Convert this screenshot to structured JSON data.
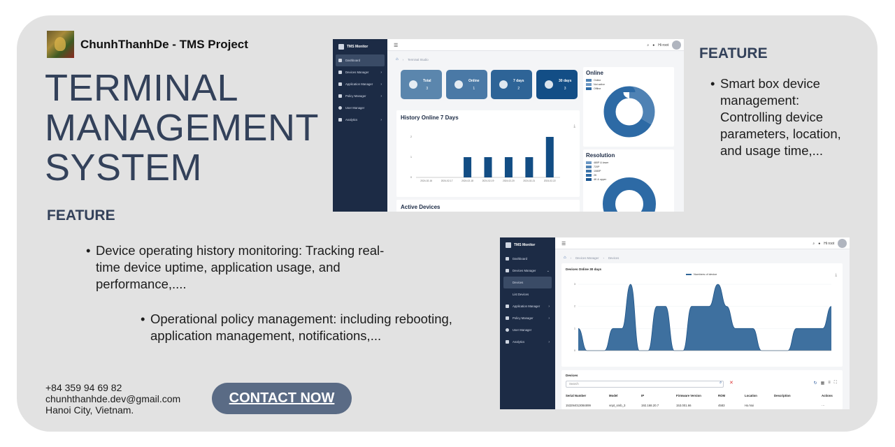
{
  "author": "ChunhThanhDe  - TMS Project",
  "title_lines": [
    "TERMINAL",
    "MANAGEMENT",
    "SYSTEM"
  ],
  "feature_heading": "FEATURE",
  "features_left": [
    "Device operating history monitoring: Tracking real-time device uptime, application usage, and performance,....",
    "Operational policy management: including rebooting, application management, notifications,..."
  ],
  "features_right": [
    "Smart box device management: Controlling device parameters, location, and usage time,..."
  ],
  "contact": {
    "phone": "+84 359 94 69 82",
    "email": "chunhthanhde.dev@gmail.com",
    "address": "Hanoi City, Vietnam.",
    "cta": "CONTACT NOW"
  },
  "dashboard": {
    "brand": "TMS Monitor",
    "nav": [
      "Dashboard",
      "Devices Manager",
      "Application Manager",
      "Policy Manager",
      "User Manager",
      "Analytics"
    ],
    "user": "Hi root",
    "breadcrumb": "Terminal Studio",
    "stats": [
      {
        "label": "Total",
        "value": "3",
        "color": "#5b86ad"
      },
      {
        "label": "Online",
        "value": "1",
        "color": "#4a79a6"
      },
      {
        "label": "7 days",
        "value": "2",
        "color": "#2e6497"
      },
      {
        "label": "30 days",
        "value": "3",
        "color": "#134e86"
      }
    ],
    "history_title": "History Online 7 Days",
    "history_chart": {
      "type": "bar",
      "categories": [
        "2024-02-16",
        "2024-02-17",
        "2024-02-18",
        "2024-02-19",
        "2024-02-20",
        "2024-02-21",
        "2024-02-22"
      ],
      "values": [
        0,
        0,
        1,
        1,
        1,
        1,
        2
      ],
      "y_ticks": [
        "0",
        "1",
        "2"
      ],
      "ylim": [
        0,
        2
      ],
      "color": "#124d84"
    },
    "active_devices": "Active Devices",
    "online_panel": {
      "title": "Online",
      "legend": [
        "Online",
        "Not active",
        "Offline"
      ],
      "colors": [
        "#4f82b4",
        "#6b97c4",
        "#2d6aa5"
      ],
      "values": [
        1,
        0,
        2
      ]
    },
    "resolution_panel": {
      "title": "Resolution",
      "legend": [
        "480P & lower",
        "720P",
        "1080P",
        "2K",
        "4K & upper"
      ],
      "colors": [
        "#6b97c4",
        "#4f82b4",
        "#3d74aa",
        "#2d6aa5",
        "#1a5590"
      ]
    }
  },
  "devices_page": {
    "brand": "TMS Monitor",
    "nav": [
      "Dashboard",
      "Devices Manager",
      "Devices",
      "List Devices",
      "Application Manager",
      "Policy Manager",
      "User Manager",
      "Analytics"
    ],
    "user": "Hi root",
    "breadcrumb": [
      "Devices Manager",
      "Devices"
    ],
    "chart_title": "Devices Online 30 days",
    "legend": "Numbers of device",
    "chart": {
      "type": "area",
      "values": [
        1,
        0,
        0,
        0,
        1,
        1,
        3,
        0,
        0,
        2,
        2,
        0,
        0,
        2,
        2,
        2,
        3,
        2,
        1,
        1,
        1,
        0,
        0,
        0,
        0,
        1,
        1,
        1,
        1,
        2
      ],
      "y_ticks": [
        "0",
        "1",
        "2",
        "3"
      ],
      "ylim": [
        0,
        3
      ],
      "color": "#2e6497"
    },
    "table_title": "Devices",
    "search_placeholder": "Search",
    "columns": [
      "Serial Number",
      "Model",
      "IP",
      "Firmware Version",
      "ROM",
      "Location",
      "Description",
      "Actions"
    ],
    "row": [
      "15329401308489​9",
      "vnpt_smb_3",
      "192.168.20.7",
      "153.001.66",
      "4583",
      "Ha Noi",
      "",
      "⋯"
    ]
  }
}
